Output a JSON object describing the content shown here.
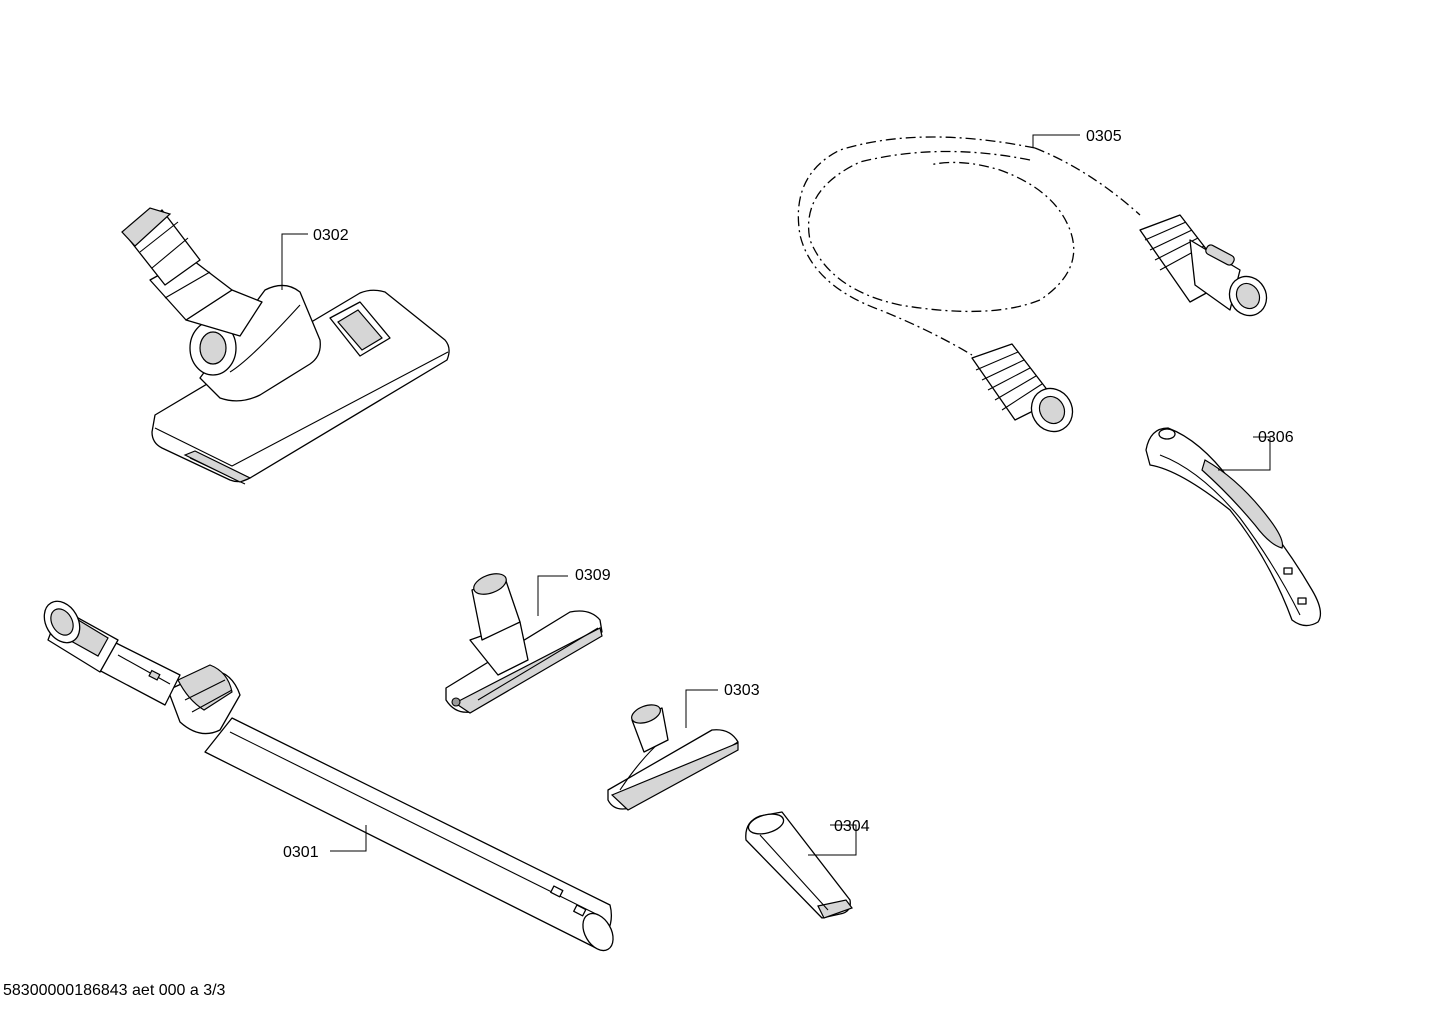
{
  "document": {
    "footer_text": "58300000186843 aet 000 a 3/3"
  },
  "callouts": {
    "c0301": "0301",
    "c0302": "0302",
    "c0303": "0303",
    "c0304": "0304",
    "c0305": "0305",
    "c0306": "0306",
    "c0309": "0309"
  },
  "parts": [
    {
      "id": "0301",
      "icon": "telescopic-tube-icon"
    },
    {
      "id": "0302",
      "icon": "floor-nozzle-icon"
    },
    {
      "id": "0303",
      "icon": "upholstery-nozzle-icon"
    },
    {
      "id": "0304",
      "icon": "crevice-nozzle-icon"
    },
    {
      "id": "0305",
      "icon": "suction-hose-icon"
    },
    {
      "id": "0306",
      "icon": "hose-handle-icon"
    },
    {
      "id": "0309",
      "icon": "hard-floor-nozzle-icon"
    }
  ]
}
